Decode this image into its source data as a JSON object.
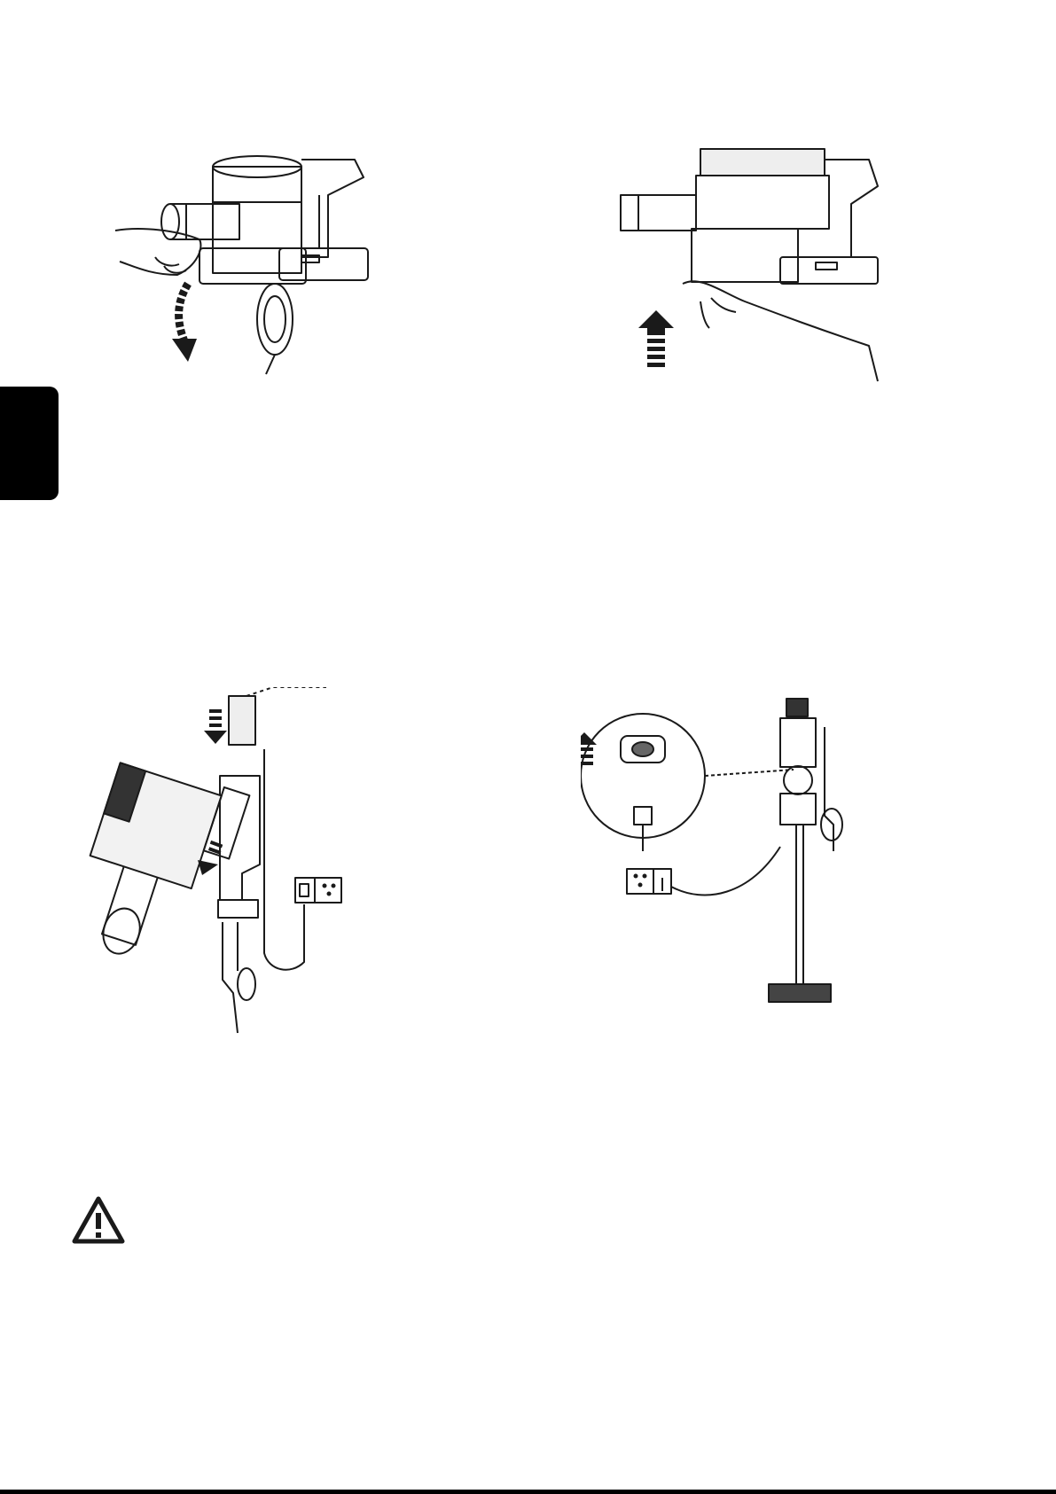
{
  "page": {
    "background": "#ffffff",
    "ink": "#1a1a1a",
    "side_tab_color": "#000000"
  },
  "figures": [
    {
      "id": "remove-dust-bin",
      "icon": "curved-down-arrow-icon"
    },
    {
      "id": "insert-dust-bin",
      "icon": "up-arrow-icon"
    },
    {
      "id": "wall-mount-charging",
      "icon": "down-arrow-icon"
    },
    {
      "id": "charging-socket-detail",
      "icon": "up-arrow-icon"
    }
  ],
  "warning": {
    "icon": "warning-triangle-icon"
  }
}
